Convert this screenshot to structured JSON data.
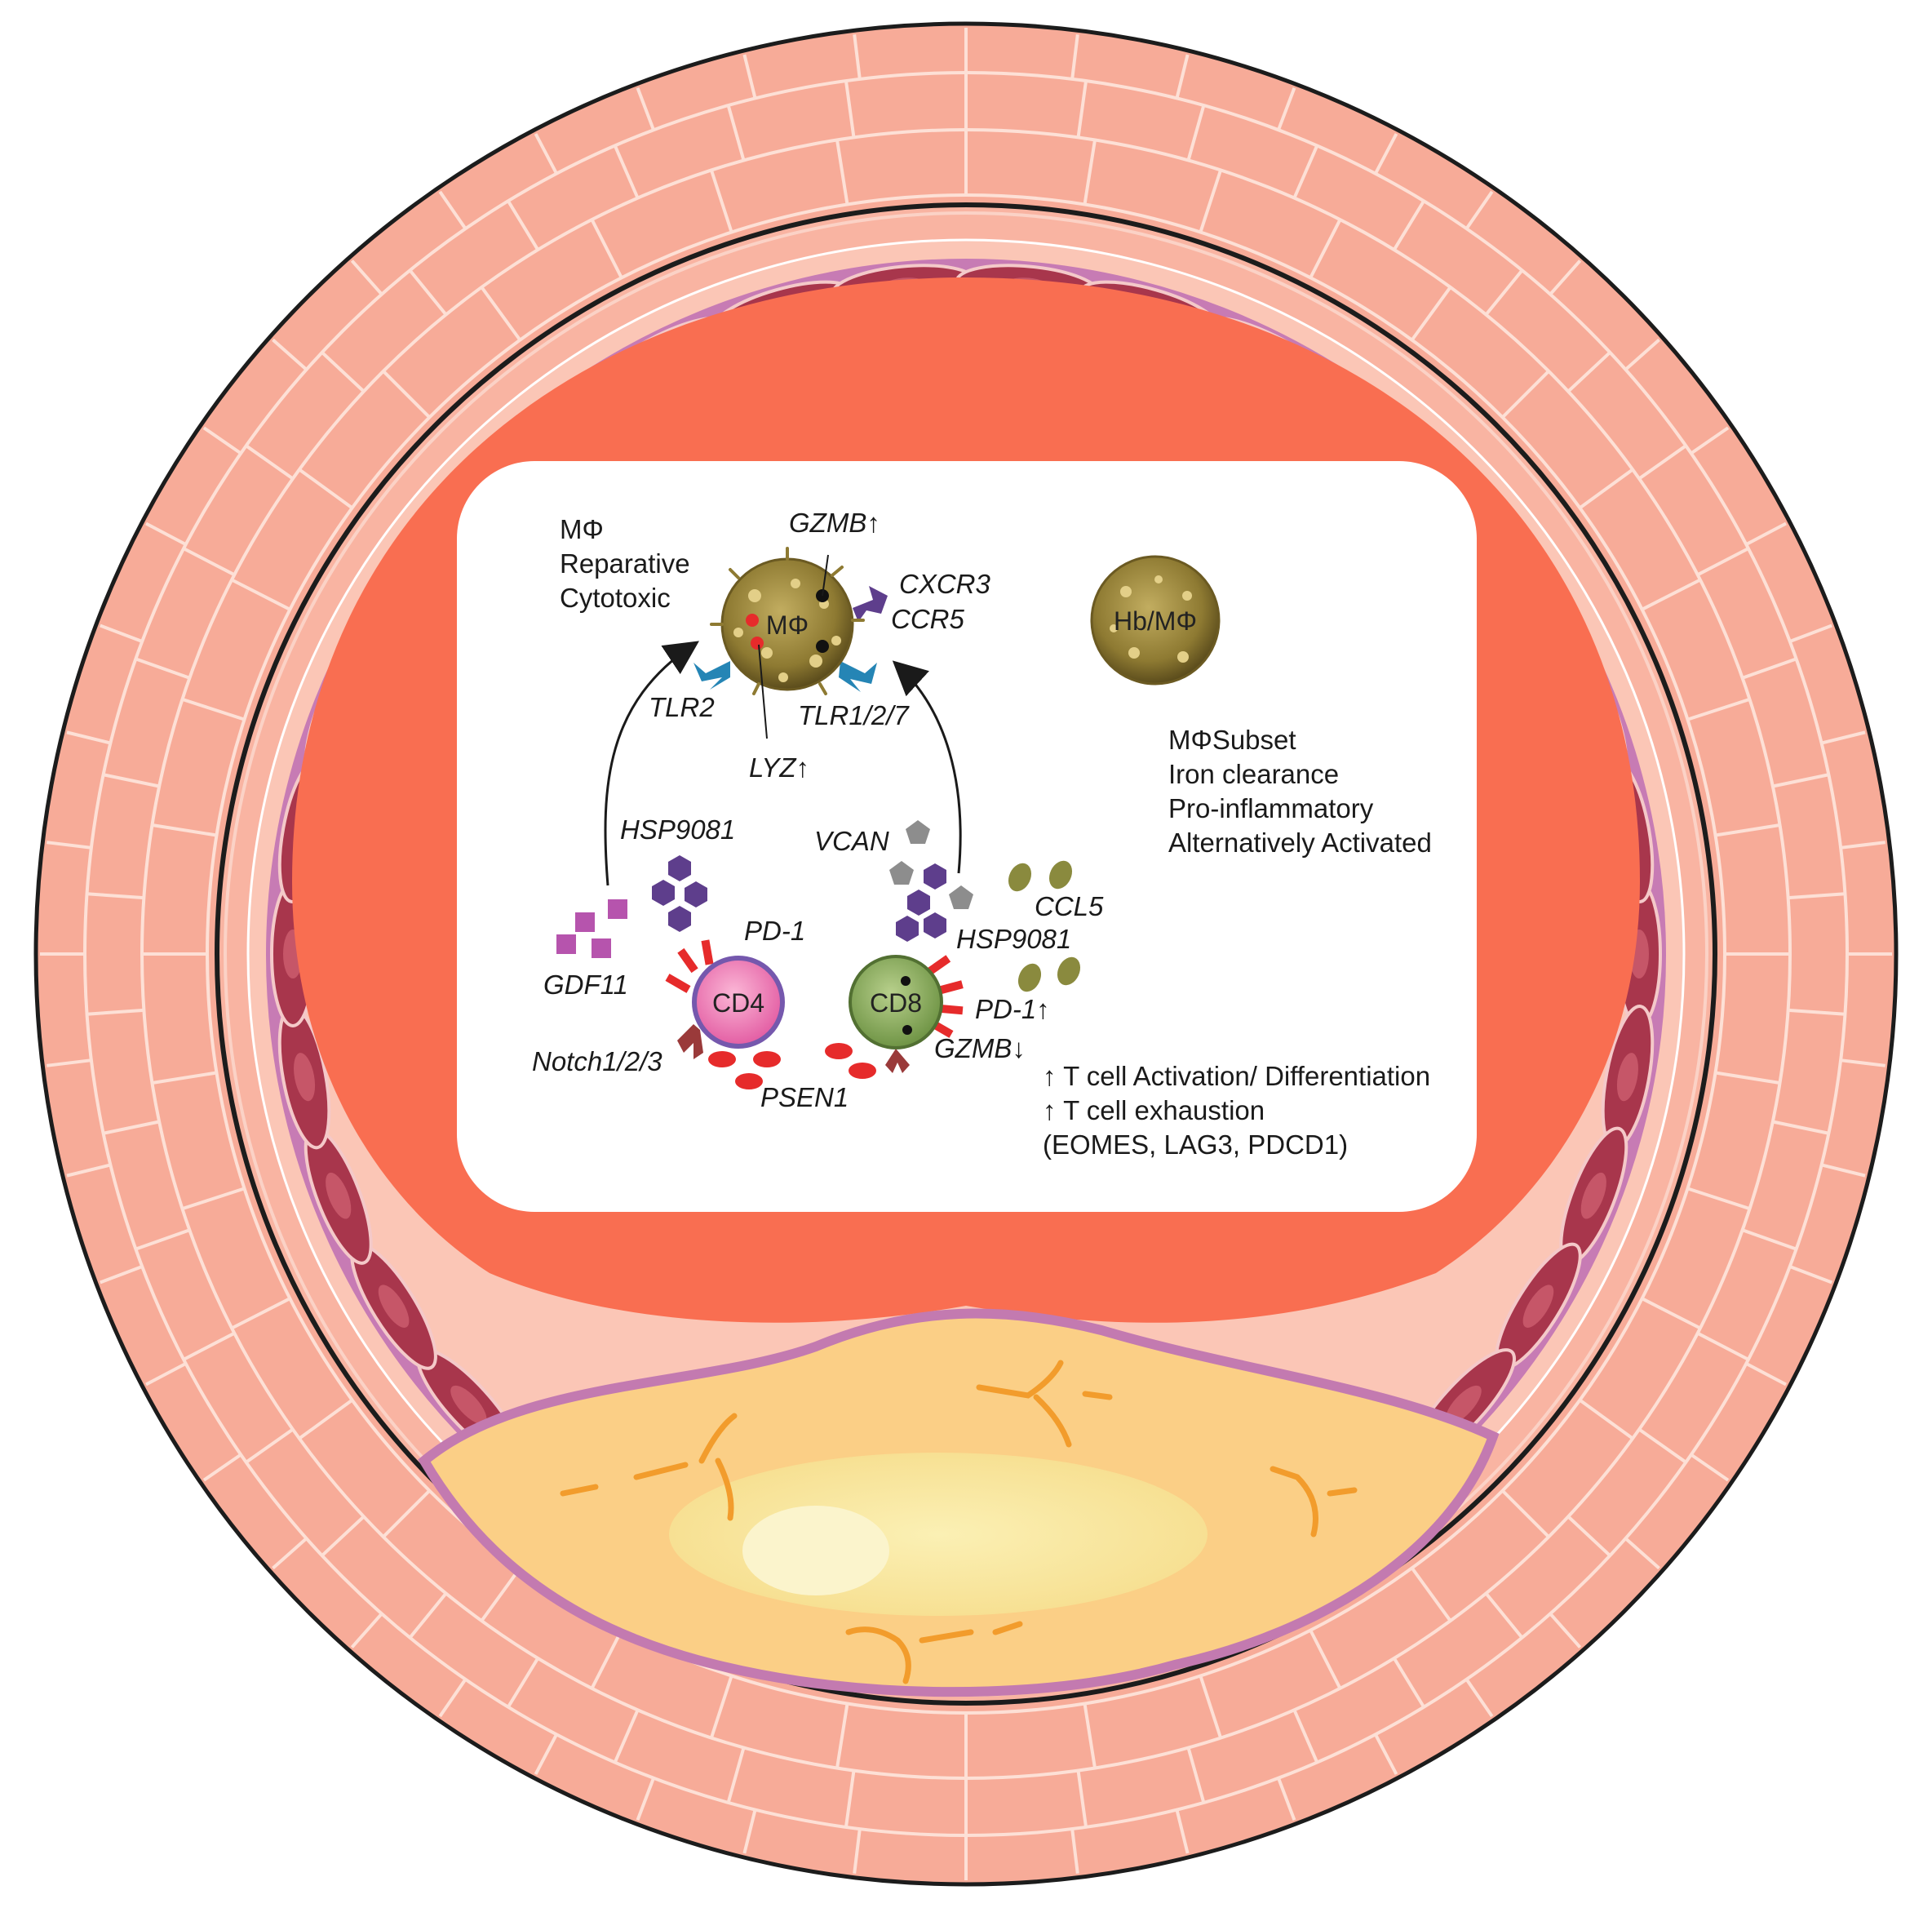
{
  "macrophage_legend": [
    "MΦ",
    "Reparative",
    "Cytotoxic"
  ],
  "macrophage_cell": "MΦ",
  "hb_macrophage_cell": "Hb/MΦ",
  "subset_legend": [
    "MΦSubset",
    "Iron clearance",
    "Pro-inflammatory",
    "Alternatively Activated"
  ],
  "markers": {
    "gzmb_up": "GZMB↑",
    "cxcr3": "CXCR3",
    "ccr5": "CCR5",
    "tlr2": "TLR2",
    "tlr127": "TLR1/2/7",
    "lyz": "LYZ↑",
    "hsp9081_left": "HSP9081",
    "vcan": "VCAN",
    "ccl5": "CCL5",
    "hsp9081_right": "HSP9081",
    "gdf11": "GDF11",
    "pd1_cd4": "PD-1",
    "pd1_cd8": "PD-1↑",
    "gzmb_down": "GZMB↓",
    "notch": "Notch1/2/3",
    "psen1": "PSEN1"
  },
  "cd4_cell": "CD4",
  "cd8_cell": "CD8",
  "tcell_notes": [
    "↑ T cell Activation/ Differentiation",
    "↑ T cell exhaustion",
    "(EOMES, LAG3, PDCD1)"
  ],
  "colors": {
    "outer_wall": "#f7ab98",
    "outer_ring_line": "#1c1c1c",
    "lumen": "#f96e51",
    "endothelium": "#a8364c",
    "elastic_lamina": "#c77bb4",
    "plaque": "#fbcf86",
    "plaque_core": "#f6e59a",
    "panel": "#ffffff",
    "macrophage": "#8e7a32",
    "cd4": "#f079b4",
    "cd8": "#8aac5c",
    "receptor_blue": "#2585b5",
    "receptor_purple": "#5e3e8c",
    "gdf11_magenta": "#b654ad",
    "psen1_red": "#e62b2b",
    "vcan_grey": "#8d8d8d",
    "ccl5_olive": "#8a8a3e"
  }
}
